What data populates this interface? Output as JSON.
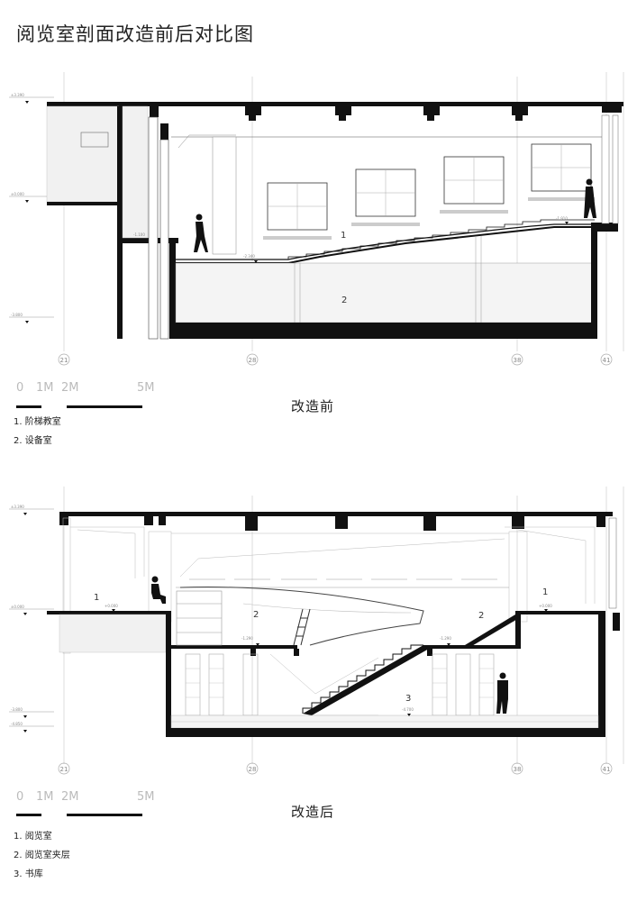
{
  "title": "阅览室剖面改造前后对比图",
  "before": {
    "caption": "改造前",
    "axes": [
      "21",
      "28",
      "38",
      "41"
    ],
    "room_numbers": [
      "1",
      "2"
    ],
    "legend": [
      "1. 阶梯教室",
      "2. 设备室"
    ]
  },
  "after": {
    "caption": "改造后",
    "axes": [
      "21",
      "28",
      "38",
      "41"
    ],
    "room_numbers": [
      "1",
      "2",
      "2",
      "1",
      "3"
    ],
    "legend": [
      "1. 阅览室",
      "2. 阅览室夹层",
      "3. 书库"
    ]
  },
  "scale": {
    "labels": [
      "0",
      "1M",
      "2M",
      "5M"
    ]
  }
}
